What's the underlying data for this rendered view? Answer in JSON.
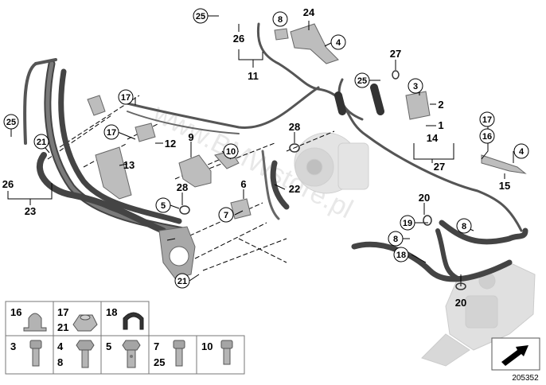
{
  "diagram": {
    "callouts": [
      {
        "id": "c-25-top",
        "text": "25"
      },
      {
        "id": "c-8-top",
        "text": "8"
      },
      {
        "id": "c-4-top",
        "text": "4"
      },
      {
        "id": "c-25-right",
        "text": "25"
      },
      {
        "id": "c-3-right",
        "text": "3"
      },
      {
        "id": "c-25-left",
        "text": "25"
      },
      {
        "id": "c-21-left",
        "text": "21"
      },
      {
        "id": "c-17-a",
        "text": "17"
      },
      {
        "id": "c-17-b",
        "text": "17"
      },
      {
        "id": "c-10",
        "text": "10"
      },
      {
        "id": "c-5",
        "text": "5"
      },
      {
        "id": "c-7",
        "text": "7"
      },
      {
        "id": "c-21-bottom",
        "text": "21"
      },
      {
        "id": "c-17-right",
        "text": "17"
      },
      {
        "id": "c-16-right",
        "text": "16"
      },
      {
        "id": "c-4-right",
        "text": "4"
      },
      {
        "id": "c-19",
        "text": "19"
      },
      {
        "id": "c-8-mid",
        "text": "8"
      },
      {
        "id": "c-8-low",
        "text": "8"
      },
      {
        "id": "c-18",
        "text": "18"
      }
    ],
    "labels": [
      {
        "id": "l-26-top",
        "text": "26"
      },
      {
        "id": "l-24",
        "text": "24"
      },
      {
        "id": "l-11",
        "text": "11"
      },
      {
        "id": "l-27-top",
        "text": "27"
      },
      {
        "id": "l-2",
        "text": "2"
      },
      {
        "id": "l-1",
        "text": "1"
      },
      {
        "id": "l-14",
        "text": "14"
      },
      {
        "id": "l-27-mid",
        "text": "27"
      },
      {
        "id": "l-15",
        "text": "15"
      },
      {
        "id": "l-12",
        "text": "12"
      },
      {
        "id": "l-9",
        "text": "9"
      },
      {
        "id": "l-13",
        "text": "13"
      },
      {
        "id": "l-28-a",
        "text": "28"
      },
      {
        "id": "l-28-b",
        "text": "28"
      },
      {
        "id": "l-6",
        "text": "6"
      },
      {
        "id": "l-22",
        "text": "22"
      },
      {
        "id": "l-26-left",
        "text": "26"
      },
      {
        "id": "l-23",
        "text": "23"
      },
      {
        "id": "l-20-a",
        "text": "20"
      },
      {
        "id": "l-20-b",
        "text": "20"
      }
    ],
    "watermark": "www.BMWstore.pl",
    "reference_number": "205352"
  },
  "parts_table": {
    "top_row": [
      {
        "labels": [
          "16"
        ]
      },
      {
        "labels": [
          "17",
          "21"
        ]
      },
      {
        "labels": [
          "18"
        ]
      }
    ],
    "bottom_row": [
      {
        "labels": [
          "3"
        ]
      },
      {
        "labels": [
          "4",
          "8"
        ]
      },
      {
        "labels": [
          "5"
        ]
      },
      {
        "labels": [
          "7",
          "25"
        ]
      },
      {
        "labels": [
          "10"
        ]
      }
    ]
  }
}
